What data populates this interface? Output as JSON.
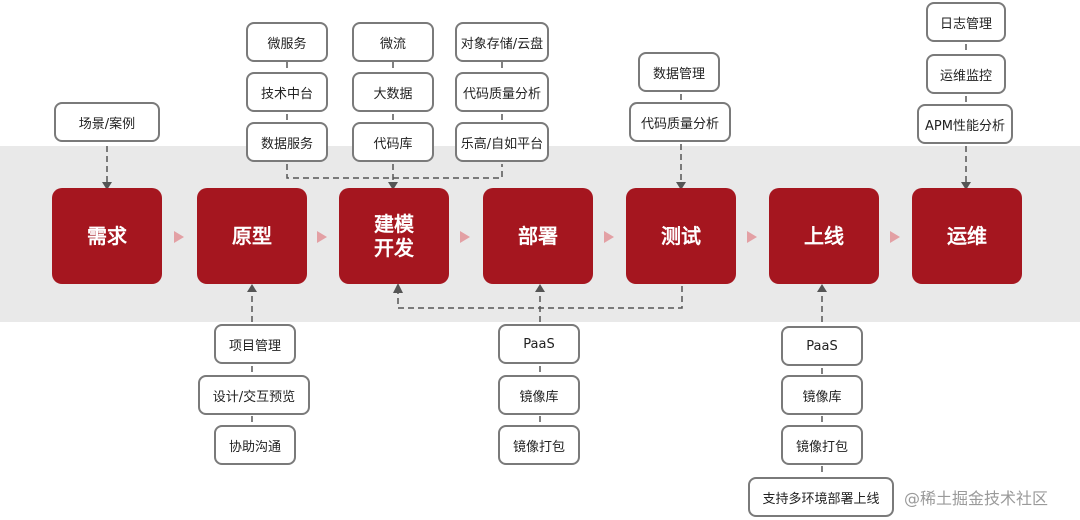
{
  "stages": [
    {
      "label": "需求"
    },
    {
      "label": "原型"
    },
    {
      "label": "建模\n开发"
    },
    {
      "label": "部署"
    },
    {
      "label": "测试"
    },
    {
      "label": "上线"
    },
    {
      "label": "运维"
    }
  ],
  "requirements": {
    "scene": "场景/案例"
  },
  "prototype": {
    "pm": "项目管理",
    "design": "设计/交互预览",
    "collab": "协助沟通"
  },
  "dev_inputs": {
    "col1": [
      "微服务",
      "技术中台",
      "数据服务"
    ],
    "col2": [
      "微流",
      "大数据",
      "代码库"
    ],
    "col3": [
      "对象存储/云盘",
      "代码质量分析",
      "乐高/自如平台"
    ]
  },
  "deploy": [
    "PaaS",
    "镜像库",
    "镜像打包"
  ],
  "test": [
    "数据管理",
    "代码质量分析"
  ],
  "release": [
    "PaaS",
    "镜像库",
    "镜像打包",
    "支持多环境部署上线"
  ],
  "ops": [
    "日志管理",
    "运维监控",
    "APM性能分析"
  ],
  "watermark": "@稀土掘金技术社区",
  "colors": {
    "stage": "#a5161f",
    "band": "#e9e9e9",
    "flow_arrow": "#e3a0a4",
    "connector": "#555555"
  }
}
